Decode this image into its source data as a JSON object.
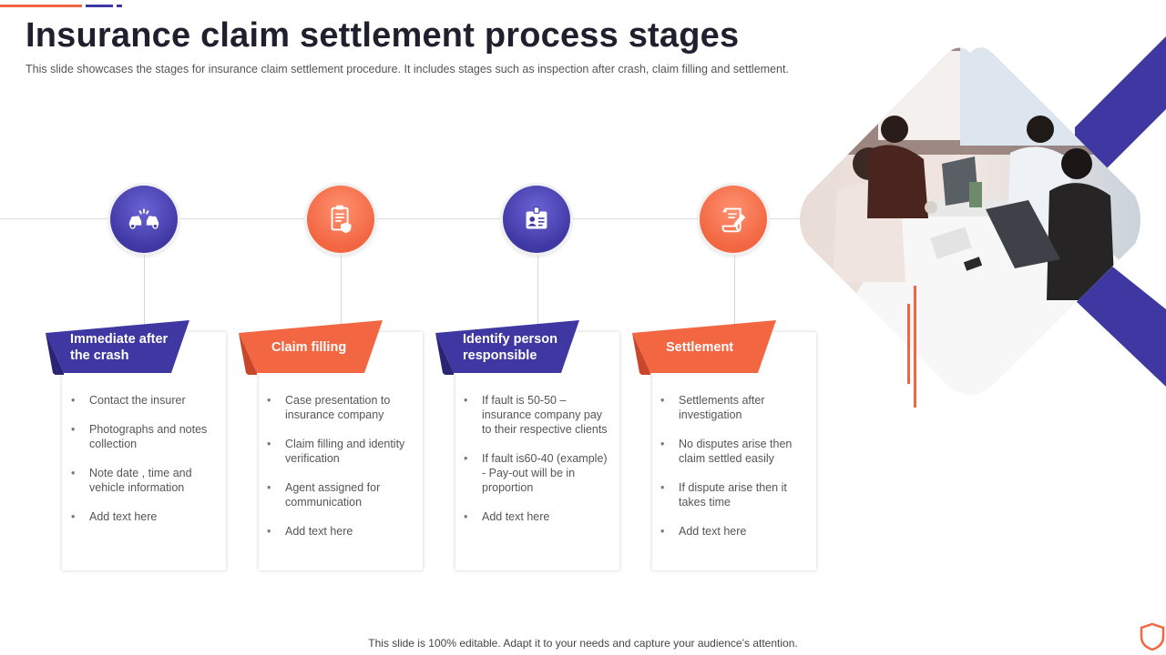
{
  "title": "Insurance claim settlement process stages",
  "subtitle": "This slide showcases the stages for insurance claim settlement procedure. It includes stages such as inspection after crash, claim filling and settlement.",
  "colors": {
    "purple": "#3f38a3",
    "orange": "#f26641",
    "dark": "#1f1f2e"
  },
  "stages": [
    {
      "title": "Immediate after the crash",
      "icon": "car-crash-icon",
      "color": "purple",
      "bullets": [
        "Contact the insurer",
        "Photographs and notes collection",
        "Note date , time and vehicle information",
        "Add text here"
      ]
    },
    {
      "title": "Claim filling",
      "icon": "clipboard-shield-icon",
      "color": "orange",
      "bullets": [
        "Case presentation to insurance company",
        "Claim filling and identity verification",
        "Agent assigned for communication",
        "Add text here"
      ]
    },
    {
      "title": "Identify person responsible",
      "icon": "id-card-icon",
      "color": "purple",
      "bullets": [
        "If fault is 50-50 – insurance company pay to their respective clients",
        "If fault is60-40 (example) - Pay-out will be in proportion",
        "Add text here"
      ]
    },
    {
      "title": "Settlement",
      "icon": "scroll-pen-icon",
      "color": "orange",
      "bullets": [
        "Settlements after investigation",
        "No disputes arise then claim settled easily",
        "If dispute arise then it takes time",
        "Add text here"
      ]
    }
  ],
  "footer": "This slide is 100% editable. Adapt it to your needs and capture your audience’s attention."
}
